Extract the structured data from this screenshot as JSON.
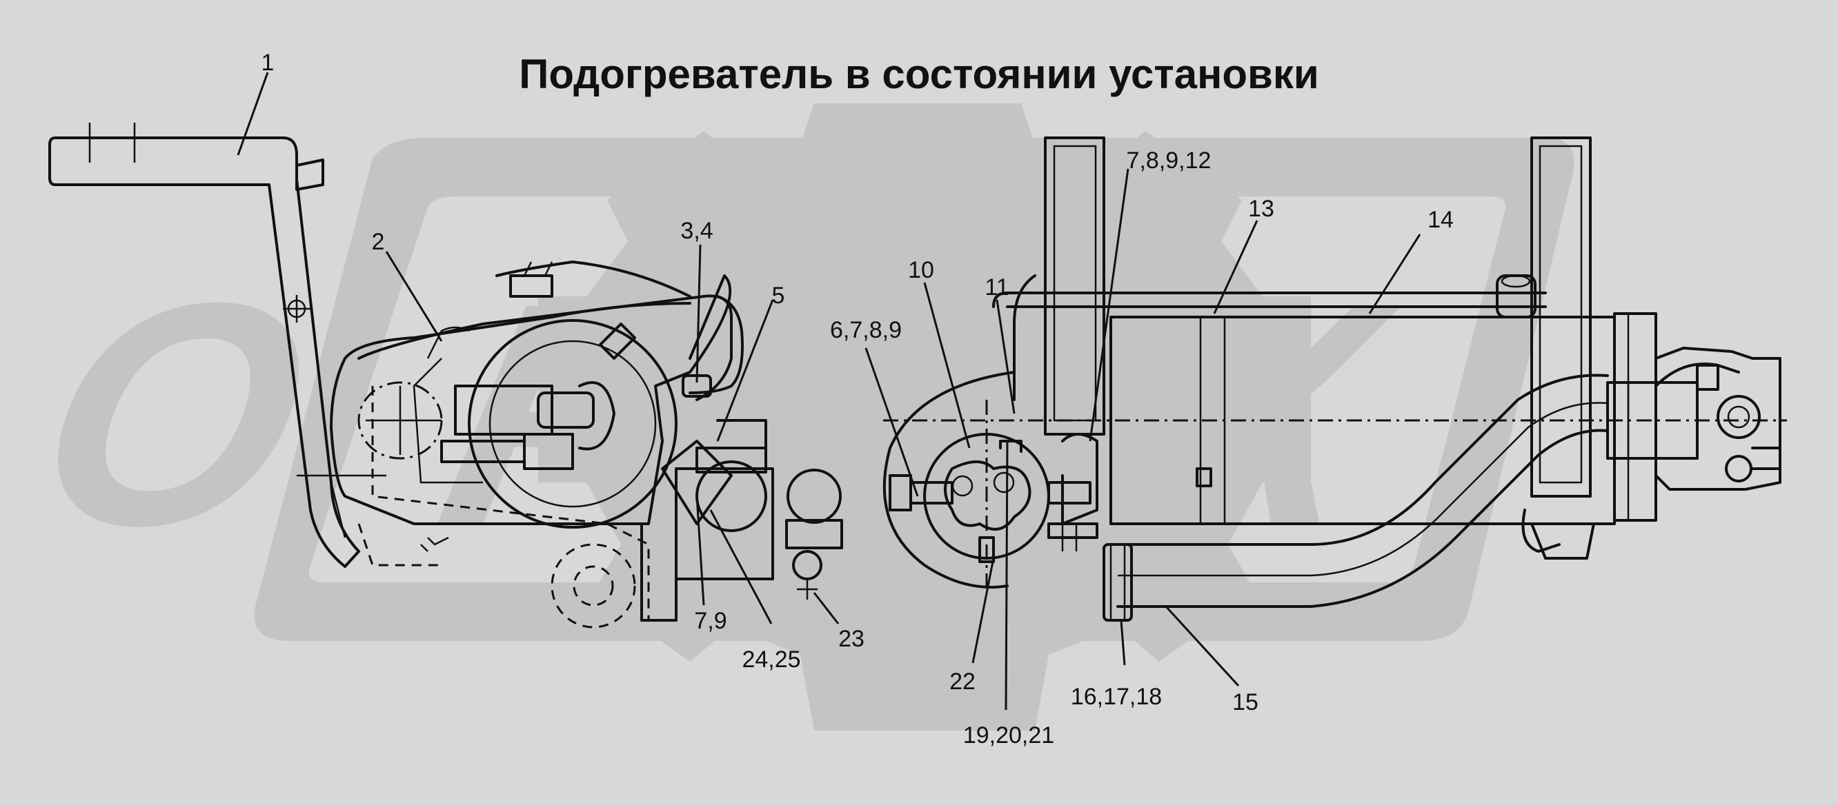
{
  "title": "Подогреватель в состоянии установки",
  "watermark": {
    "text": "ОРТК",
    "color": "#c4c4c4"
  },
  "colors": {
    "background": "#d8d8d8",
    "line": "#111111",
    "watermark": "#c4c4c4"
  },
  "callouts": [
    {
      "id": "c1",
      "label": "1"
    },
    {
      "id": "c2",
      "label": "2"
    },
    {
      "id": "c3",
      "label": "3,4"
    },
    {
      "id": "c5",
      "label": "5"
    },
    {
      "id": "c6",
      "label": "6,7,8,9"
    },
    {
      "id": "c10",
      "label": "10"
    },
    {
      "id": "c11",
      "label": "11"
    },
    {
      "id": "c7",
      "label": "7,8,9,12"
    },
    {
      "id": "c13",
      "label": "13"
    },
    {
      "id": "c14",
      "label": "14"
    },
    {
      "id": "c79",
      "label": "7,9"
    },
    {
      "id": "c24",
      "label": "24,25"
    },
    {
      "id": "c23",
      "label": "23"
    },
    {
      "id": "c22",
      "label": "22"
    },
    {
      "id": "c19",
      "label": "19,20,21"
    },
    {
      "id": "c16",
      "label": "16,17,18"
    },
    {
      "id": "c15",
      "label": "15"
    }
  ]
}
